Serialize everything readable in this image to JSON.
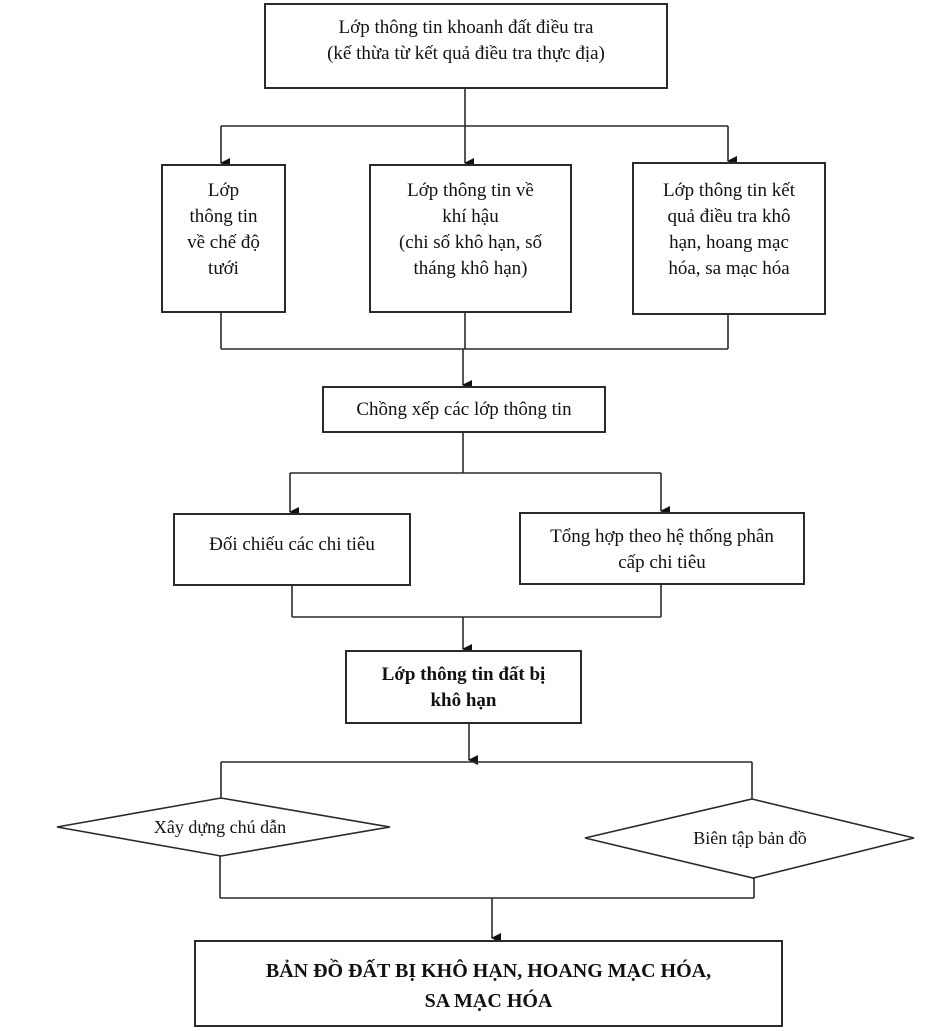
{
  "colors": {
    "stroke": "#2a2a2a",
    "background": "#ffffff",
    "text": "#111111"
  },
  "nodes": {
    "source": {
      "text": "Lớp thông tin khoanh đất điều tra\n(kế thừa từ kết quả điều tra thực địa)"
    },
    "irrigation": {
      "text": "Lớp\nthông tin\nvề chế độ\ntưới"
    },
    "climate": {
      "text": "Lớp thông tin về\nkhí hậu\n(chi số khô hạn, số\ntháng khô hạn)"
    },
    "survey_results": {
      "text": "Lớp thông tin kết\nquả điều tra khô\nhạn, hoang mạc\nhóa, sa mạc hóa"
    },
    "overlay": {
      "text": "Chồng xếp các lớp thông tin"
    },
    "compare": {
      "text": "Đối chiếu các chi tiêu"
    },
    "synthesize": {
      "text": "Tổng hợp theo hệ thống phân\ncấp chi tiêu"
    },
    "drought_layer": {
      "text": "Lớp thông tin đất bị\nkhô hạn"
    },
    "legend_build": {
      "text": "Xây dựng chú dẫn"
    },
    "map_edit": {
      "text": "Biên tập bản đồ"
    },
    "final_map": {
      "text": "BẢN ĐỒ ĐẤT BỊ KHÔ HẠN, HOANG MẠC HÓA,\nSA MẠC HÓA"
    }
  }
}
